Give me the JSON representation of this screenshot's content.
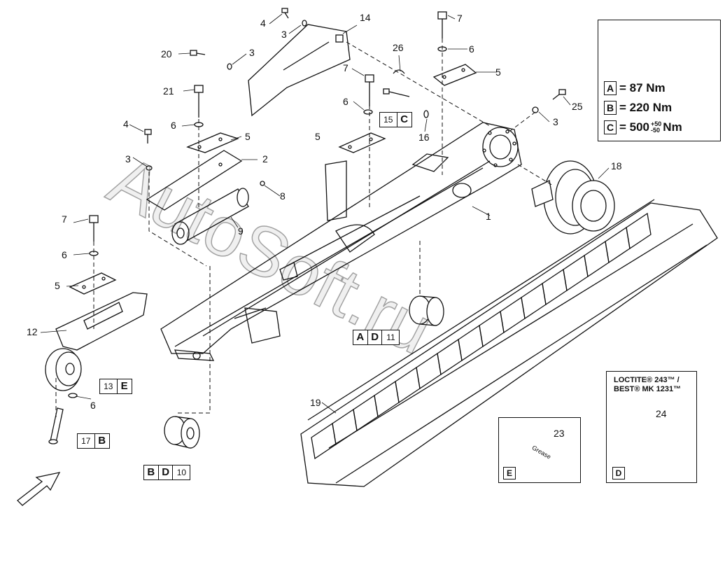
{
  "watermark": "AutoSoft.ru",
  "callouts": {
    "c1": "1",
    "c2": "2",
    "c3a": "3",
    "c3b": "3",
    "c3c": "3",
    "c3d": "3",
    "c4a": "4",
    "c4b": "4",
    "c5a": "5",
    "c5b": "5",
    "c5c": "5",
    "c5d": "5",
    "c6a": "6",
    "c6b": "6",
    "c6c": "6",
    "c6d": "6",
    "c6e": "6",
    "c7a": "7",
    "c7b": "7",
    "c7c": "7",
    "c8": "8",
    "c9": "9",
    "c12": "12",
    "c14": "14",
    "c16": "16",
    "c18": "18",
    "c19": "19",
    "c20": "20",
    "c21": "21",
    "c25": "25",
    "c26": "26"
  },
  "refs": {
    "r15": {
      "num": "15",
      "key": "C"
    },
    "r11": {
      "k1": "A",
      "k2": "D",
      "num": "11"
    },
    "r13": {
      "num": "13",
      "key": "E"
    },
    "r17": {
      "num": "17",
      "key": "B"
    },
    "r10": {
      "k1": "B",
      "k2": "D",
      "num": "10"
    }
  },
  "torque": {
    "a_key": "A",
    "a_text": "= 87 Nm",
    "b_key": "B",
    "b_text": "= 220 Nm",
    "c_key": "C",
    "c_text_pre": "= 500",
    "c_tol_plus": "+50",
    "c_tol_minus": "-50",
    "c_text_post": "Nm"
  },
  "grease": {
    "callout": "23",
    "label": "Grease",
    "key": "E"
  },
  "loctite": {
    "line1": "LOCTITE® 243™ /",
    "line2": "BEST® MK 1231™",
    "callout": "24",
    "key": "D"
  },
  "colors": {
    "line": "#111111",
    "background": "#ffffff"
  }
}
